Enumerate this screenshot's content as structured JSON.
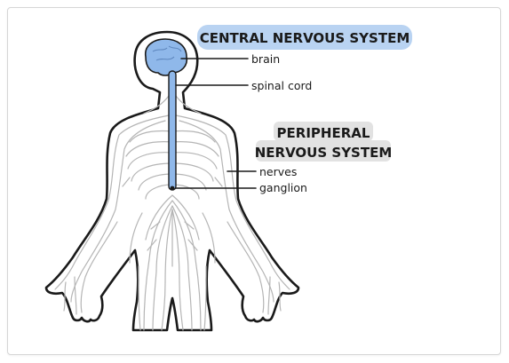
{
  "diagram": {
    "central_title": "CENTRAL NERVOUS SYSTEM",
    "peripheral_title_line1": "PERIPHERAL",
    "peripheral_title_line2": "NERVOUS SYSTEM",
    "labels": {
      "brain": "brain",
      "spinal_cord": "spinal cord",
      "nerves": "nerves",
      "ganglion": "ganglion"
    },
    "colors": {
      "central_highlight": "#b9d3f2",
      "peripheral_highlight": "#e2e2e2",
      "brain_fill": "#8fb8ea",
      "spinal_fill": "#8fb8ea",
      "nerve_stroke": "#b5b5b5",
      "outline": "#1a1a1a"
    }
  }
}
